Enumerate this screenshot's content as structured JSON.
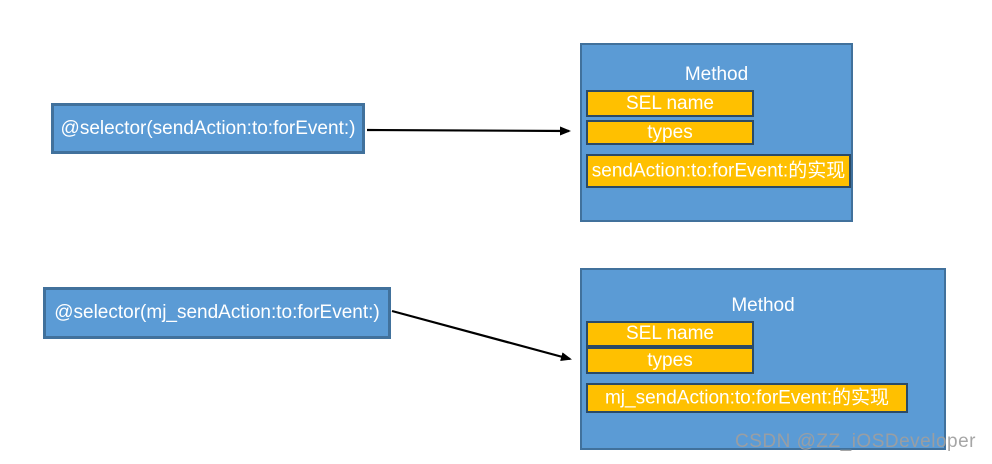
{
  "diagram": {
    "selectors": [
      {
        "label": "@selector(sendAction:to:forEvent:)"
      },
      {
        "label": "@selector(mj_sendAction:to:forEvent:)"
      }
    ],
    "methods": [
      {
        "title": "Method",
        "fields": [
          "SEL name",
          "types"
        ],
        "impl": "sendAction:to:forEvent:的实现"
      },
      {
        "title": "Method",
        "fields": [
          "SEL name",
          "types"
        ],
        "impl": "mj_sendAction:to:forEvent:的实现"
      }
    ],
    "watermark": "CSDN @ZZ_iOSDeveloper",
    "colors": {
      "box_fill_blue": "#5B9BD5",
      "box_border_blue": "#41719C",
      "field_fill_orange": "#FFC000",
      "field_border_navy": "#2B4A66",
      "arrow_black": "#000000",
      "watermark_gray": "#9F9F9F",
      "text_white": "#FFFFFF"
    }
  }
}
